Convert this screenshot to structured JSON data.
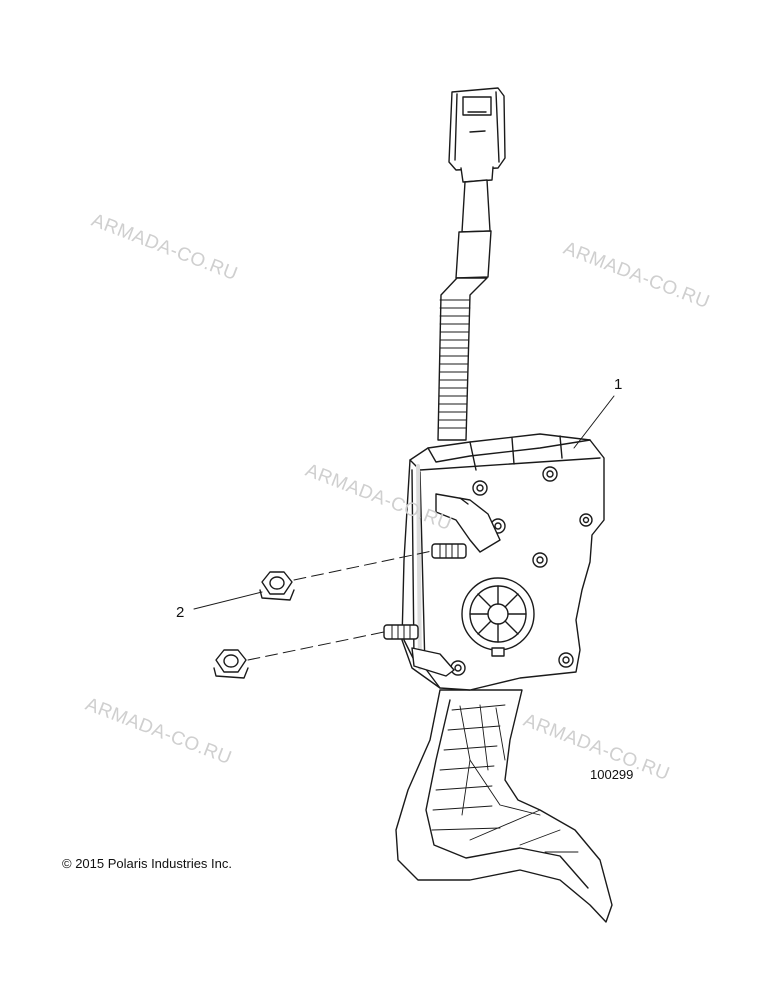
{
  "callouts": {
    "part_1": "1",
    "part_2": "2"
  },
  "diagram_code": "100299",
  "copyright": "© 2015 Polaris Industries Inc.",
  "watermarks": [
    "ARMADA-CO.RU",
    "ARMADA-CO.RU",
    "ARMADA-CO.RU",
    "ARMADA-CO.RU",
    "ARMADA-CO.RU"
  ],
  "colors": {
    "line": "#1a1a1a",
    "fill": "#ffffff",
    "shade": "#dcdcdc",
    "watermark": "#cfcfcf"
  }
}
